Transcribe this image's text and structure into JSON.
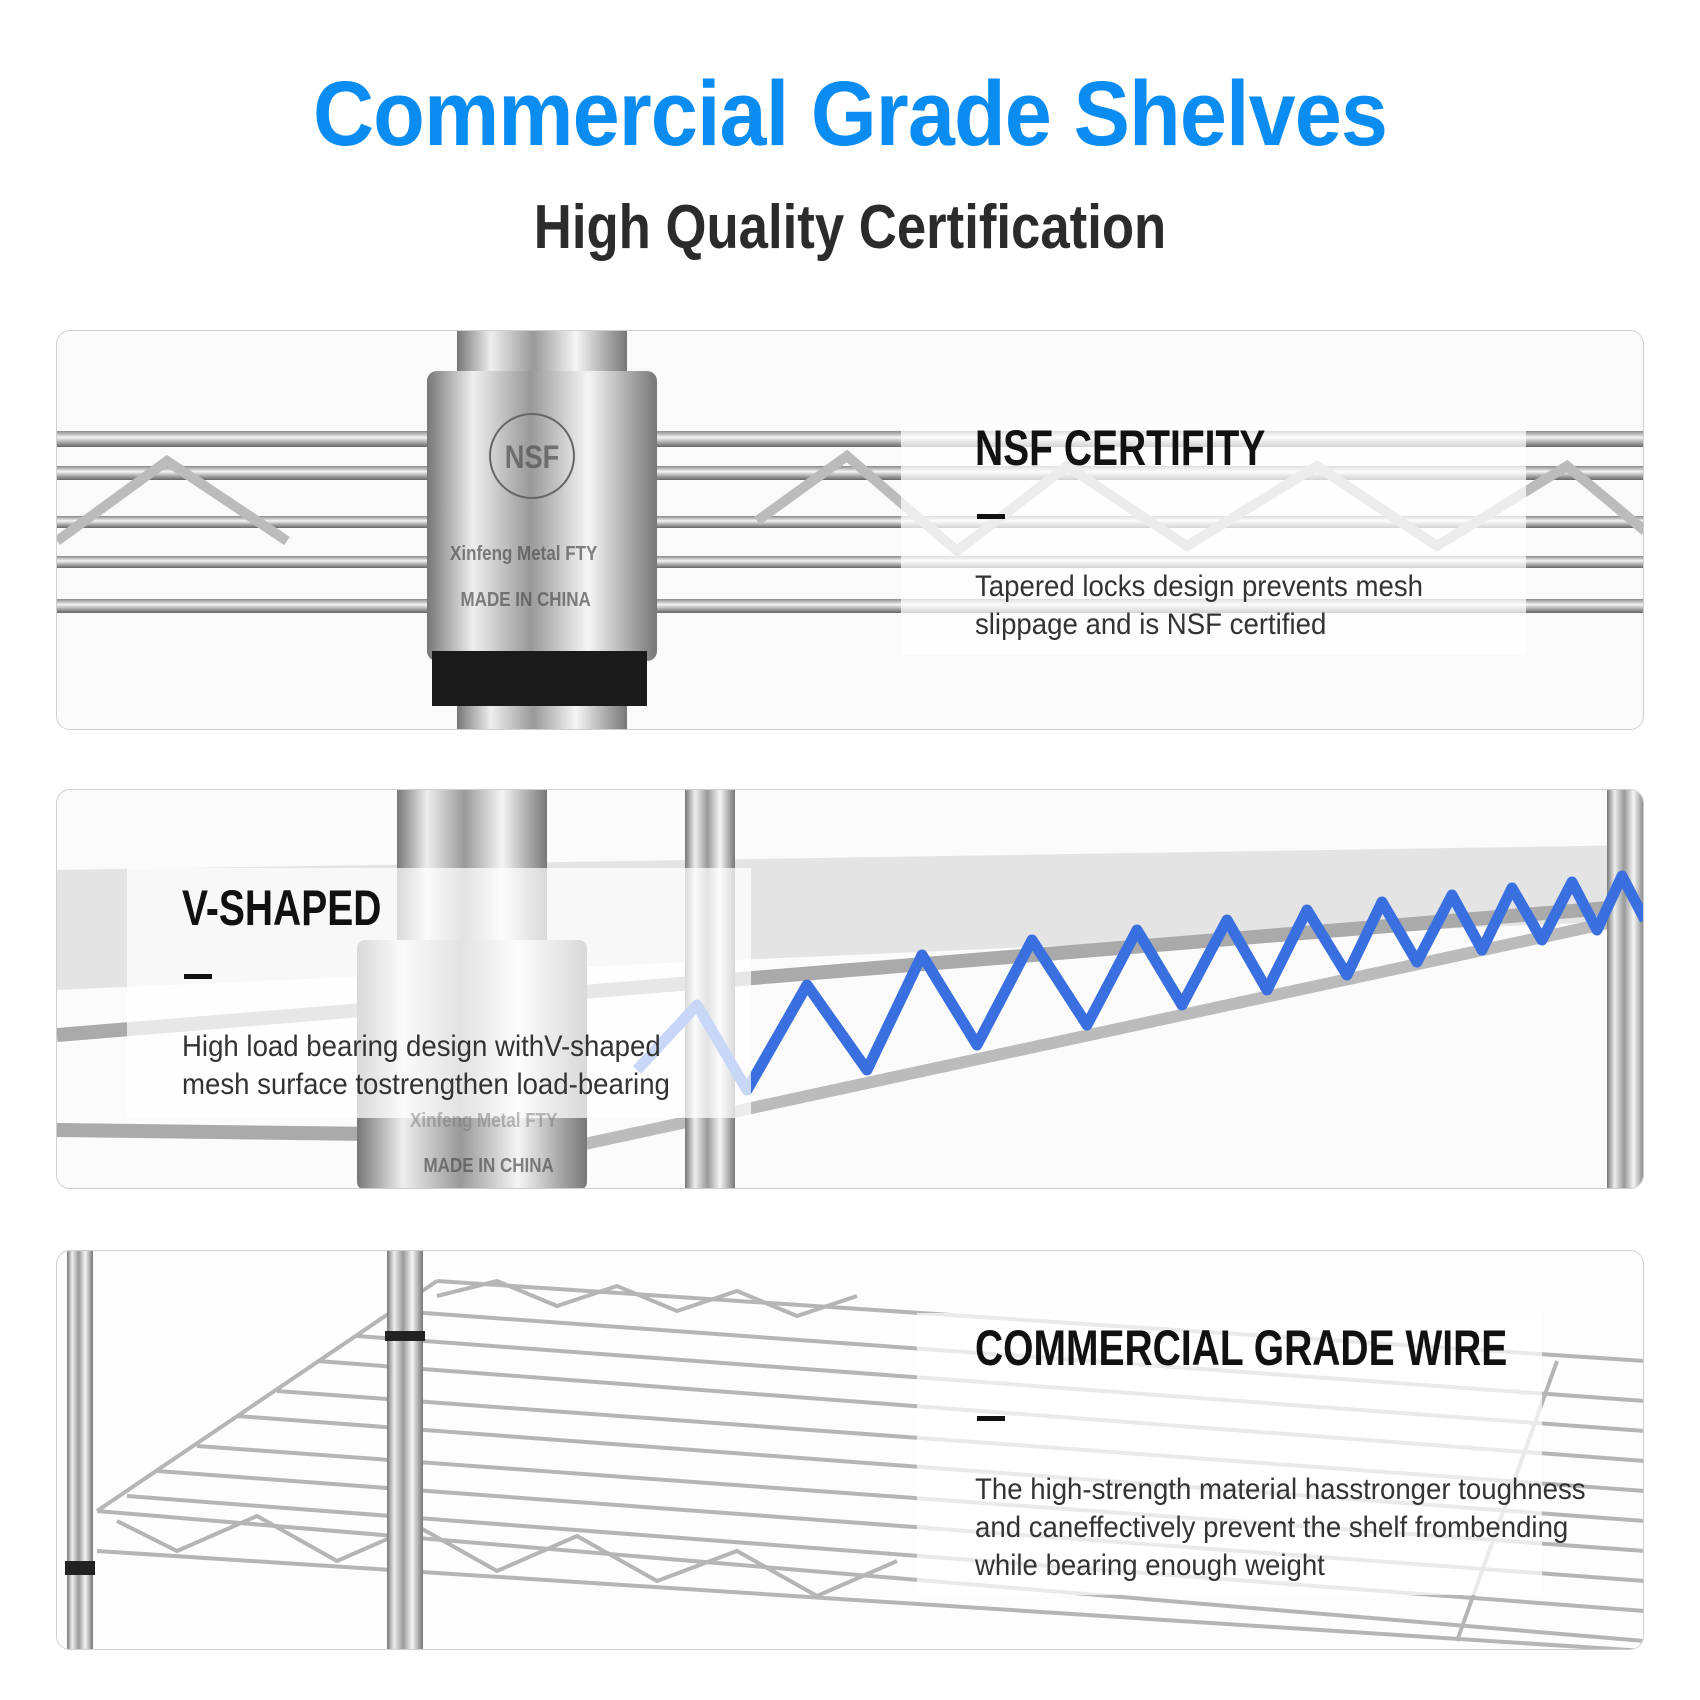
{
  "header": {
    "title": "Commercial Grade Shelves",
    "subtitle": "High Quality Certification"
  },
  "panels": [
    {
      "heading": "NSF CERTIFITY",
      "body": [
        "Tapered locks design prevents mesh",
        "slippage and is NSF certified"
      ],
      "stamps": {
        "logo": "NSF",
        "maker": "Xinfeng Metal FTY",
        "origin": "MADE IN CHINA"
      }
    },
    {
      "heading": "V-SHAPED",
      "body": [
        "High load bearing design withV-shaped",
        "mesh surface tostrengthen load-bearing"
      ],
      "stamps": {
        "maker": "Xinfeng Metal FTY",
        "origin": "MADE IN CHINA"
      }
    },
    {
      "heading": "COMMERCIAL GRADE WIRE",
      "body": [
        "The high-strength material hasstronger toughness",
        "and caneffectively prevent the shelf frombending",
        "while bearing enough weight"
      ]
    }
  ],
  "colors": {
    "title": "#0a8cf0",
    "accent_wire": "#3a6fe0"
  }
}
